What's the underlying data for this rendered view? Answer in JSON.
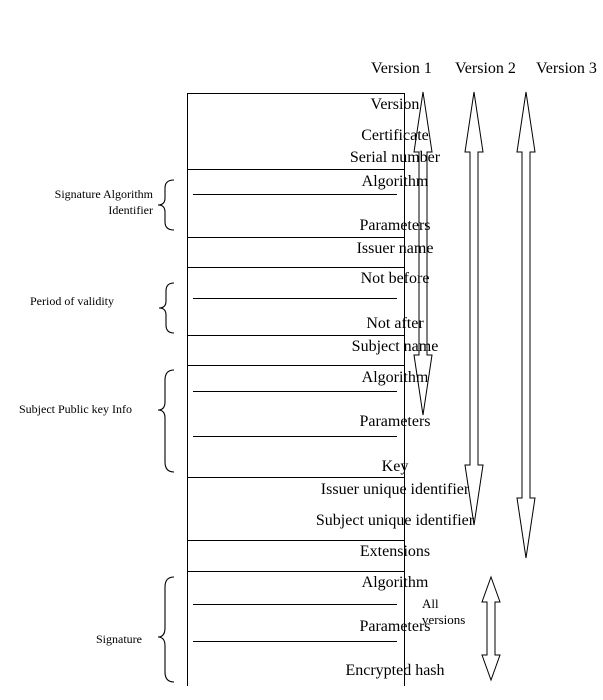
{
  "versions": [
    "Version 1",
    "Version 2",
    "Version 3"
  ],
  "fields": {
    "version": "Version",
    "certificate": "Certificate",
    "serial_number": "Serial number",
    "sig_algorithm": "Algorithm",
    "sig_parameters": "Parameters",
    "issuer_name": "Issuer name",
    "not_before": "Not before",
    "not_after": "Not after",
    "subject_name": "Subject name",
    "pk_algorithm": "Algorithm",
    "pk_parameters": "Parameters",
    "key": "Key",
    "issuer_uid": "Issuer unique identifier",
    "subject_uid": "Subject unique identifier",
    "extensions": "Extensions",
    "signature_algorithm": "Algorithm",
    "signature_parameters": "Parameters",
    "encrypted_hash": "Encrypted hash"
  },
  "groups": {
    "sig_alg_id_line1": "Signature Algorithm",
    "sig_alg_id_line2": "Identifier",
    "validity": "Period of  validity",
    "subject_pk_info": "Subject Public key Info",
    "signature": "Signature"
  },
  "all_versions": {
    "line1": "All",
    "line2": "versions"
  }
}
